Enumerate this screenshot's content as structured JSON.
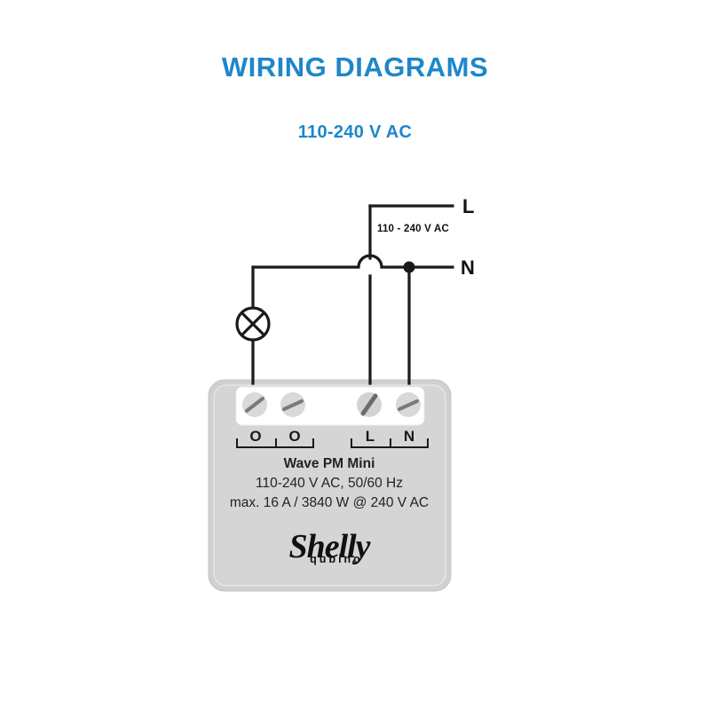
{
  "colors": {
    "heading_blue": "#1e87c9",
    "wire_black": "#1a1a1a",
    "device_body_gray": "#d2d2d2",
    "device_edge_gray": "#bfbfbf",
    "terminal_strip_white": "#ffffff",
    "screw_gray": "#d8d8d8",
    "screw_slot_gray": "#6e6e6e",
    "background": "#ffffff"
  },
  "header": {
    "title": "WIRING DIAGRAMS",
    "subtitle": "110-240 V AC"
  },
  "diagram": {
    "supply_label": "110 - 240 V AC",
    "line_terminal_label": "L",
    "neutral_terminal_label": "N",
    "lamp_symbol_name": "lamp-crossed-circle",
    "wire_crossing_name": "wire-hop",
    "junction_dot_name": "junction-dot"
  },
  "device": {
    "terminals_left": [
      "O",
      "O"
    ],
    "terminals_right": [
      "L",
      "N"
    ],
    "screw_count": 4,
    "model": "Wave PM Mini",
    "rating_voltage": "110-240 V AC, 50/60 Hz",
    "rating_max": "max. 16 A / 3840 W @ 240 V AC",
    "brand": "Shelly",
    "brand_sub": "qubino"
  }
}
